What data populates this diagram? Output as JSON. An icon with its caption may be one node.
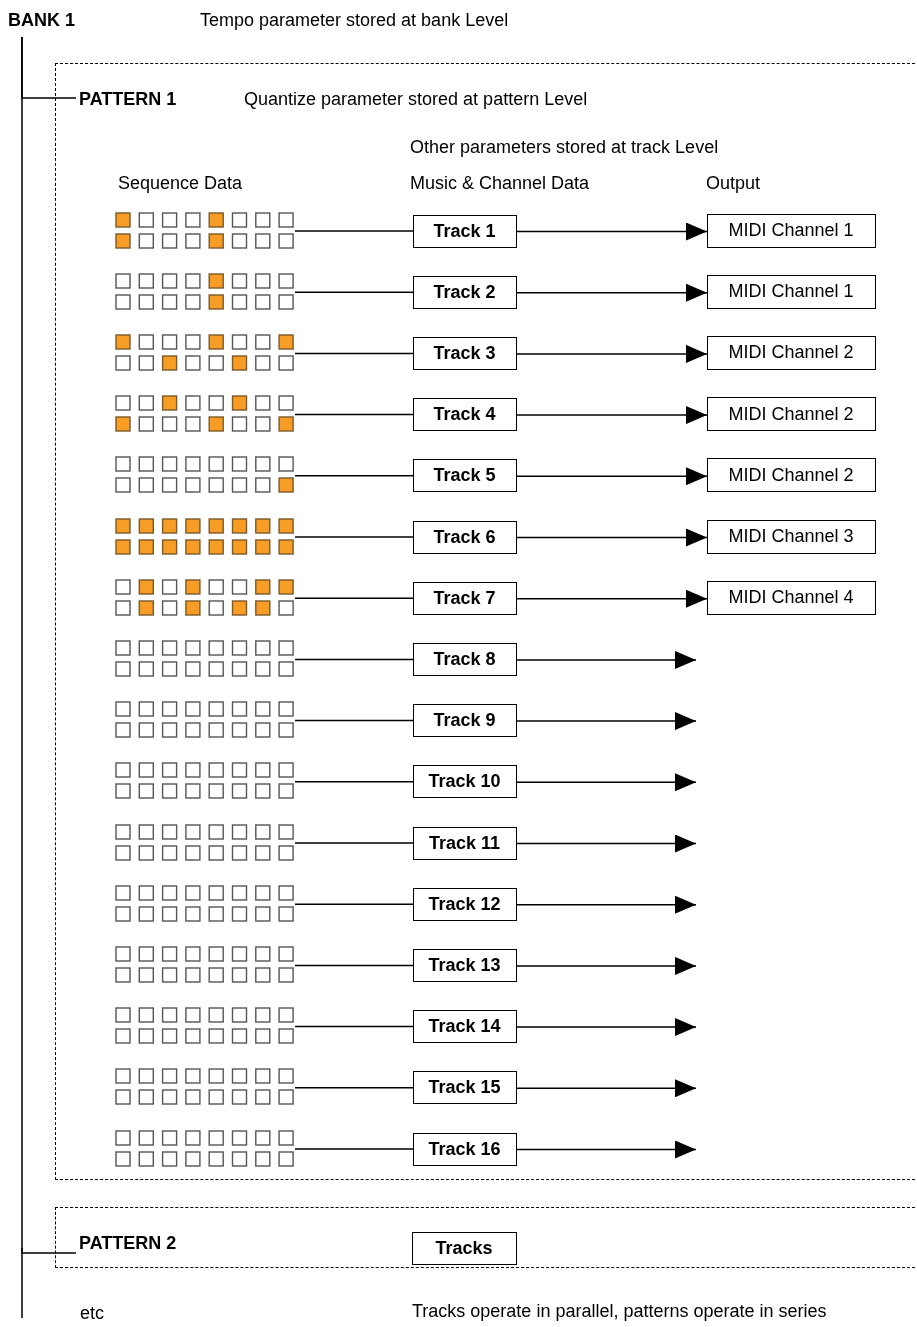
{
  "diagram": {
    "nodes": [
      {
        "text": [
          "BANK 1"
        ]
      },
      {
        "text": [
          "PATTERN 1",
          "Quantize parameter stored at pattern Level"
        ]
      },
      {
        "text": [],
        "shape": "picture",
        "in": 1
      },
      {
        "text": [
          "Track 1"
        ],
        "in": 1
      },
      {
        "text": [
          "MIDI Channel 1"
        ],
        "in": 1
      },
      {
        "text": [],
        "shape": "picture",
        "in": 1
      },
      {
        "text": [
          "Track 2"
        ],
        "in": 1
      },
      {
        "text": [
          "MIDI Channel 1"
        ],
        "in": 1
      },
      {
        "text": [],
        "shape": "picture",
        "in": 1
      },
      {
        "text": [
          "Track 3"
        ],
        "in": 1
      },
      {
        "text": [
          "MIDI Channel 2"
        ],
        "in": 1
      },
      {
        "text": [],
        "shape": "picture",
        "in": 1
      },
      {
        "text": [
          "Track 4"
        ],
        "in": 1
      },
      {
        "text": [
          "MIDI Channel 2"
        ],
        "in": 1
      },
      {
        "text": [],
        "shape": "picture",
        "in": 1
      },
      {
        "text": [
          "Track 5"
        ],
        "in": 1
      },
      {
        "text": [
          "MIDI Channel 2"
        ],
        "in": 1
      },
      {
        "text": [],
        "shape": "picture",
        "in": 1
      },
      {
        "text": [
          "Track 6"
        ],
        "in": 1
      },
      {
        "text": [
          "MIDI Channel 3"
        ],
        "in": 1
      },
      {
        "text": [],
        "shape": "picture",
        "in": 1
      },
      {
        "text": [
          "Track 7"
        ],
        "in": 1
      },
      {
        "text": [
          "MIDI Channel 4"
        ],
        "in": 1
      },
      {
        "text": [],
        "shape": "picture",
        "in": 1
      },
      {
        "text": [
          "Track 8"
        ],
        "in": 1
      },
      {
        "text": [],
        "shape": "picture",
        "in": 1
      },
      {
        "text": [
          "Track 9"
        ],
        "in": 1
      },
      {
        "text": [],
        "shape": "picture",
        "in": 1
      },
      {
        "text": [
          "Track 10"
        ],
        "in": 1
      },
      {
        "text": [],
        "shape": "picture",
        "in": 1
      },
      {
        "text": [
          "Track 11"
        ],
        "in": 1
      },
      {
        "text": [],
        "shape": "picture",
        "in": 1
      },
      {
        "text": [
          "Track 12"
        ],
        "in": 1
      },
      {
        "text": [],
        "shape": "picture",
        "in": 1
      },
      {
        "text": [
          "Track 13"
        ],
        "in": 1
      },
      {
        "text": [],
        "shape": "picture",
        "in": 1
      },
      {
        "text": [
          "Track 14"
        ],
        "in": 1
      },
      {
        "text": [],
        "shape": "picture",
        "in": 1
      },
      {
        "text": [
          "Track 15"
        ],
        "in": 1
      },
      {
        "text": [],
        "shape": "picture",
        "in": 1
      },
      {
        "text": [
          "Track 16"
        ],
        "in": 1
      },
      {
        "text": [
          "PATTERN 2"
        ]
      },
      {
        "text": [
          "Tracks"
        ],
        "in": 41
      }
    ],
    "edges": [
      {
        "from": 0,
        "to": 1,
        "arrow": "none"
      },
      {
        "from": 0,
        "to": 41,
        "arrow": "none"
      },
      {
        "from": 2,
        "to": 3,
        "arrow": "none"
      },
      {
        "from": 3,
        "to": 4,
        "arrow": "to"
      },
      {
        "from": 5,
        "to": 6,
        "arrow": "none"
      },
      {
        "from": 6,
        "to": 7,
        "arrow": "to"
      },
      {
        "from": 8,
        "to": 9,
        "arrow": "none"
      },
      {
        "from": 9,
        "to": 10,
        "arrow": "to"
      },
      {
        "from": 11,
        "to": 12,
        "arrow": "none"
      },
      {
        "from": 12,
        "to": 13,
        "arrow": "to"
      },
      {
        "from": 14,
        "to": 15,
        "arrow": "none"
      },
      {
        "from": 15,
        "to": 16,
        "arrow": "to"
      },
      {
        "from": 17,
        "to": 18,
        "arrow": "none"
      },
      {
        "from": 18,
        "to": 19,
        "arrow": "to"
      },
      {
        "from": 20,
        "to": 21,
        "arrow": "none"
      },
      {
        "from": 21,
        "to": 22,
        "arrow": "to"
      },
      {
        "from": 23,
        "to": 24,
        "arrow": "none"
      },
      {
        "from": 24,
        "to": null,
        "arrow": "to"
      },
      {
        "from": 25,
        "to": 26,
        "arrow": "none"
      },
      {
        "from": 26,
        "to": null,
        "arrow": "to"
      },
      {
        "from": 27,
        "to": 28,
        "arrow": "none"
      },
      {
        "from": 28,
        "to": null,
        "arrow": "to"
      },
      {
        "from": 29,
        "to": 30,
        "arrow": "none"
      },
      {
        "from": 30,
        "to": null,
        "arrow": "to"
      },
      {
        "from": 31,
        "to": 32,
        "arrow": "none"
      },
      {
        "from": 32,
        "to": null,
        "arrow": "to"
      },
      {
        "from": 33,
        "to": 34,
        "arrow": "none"
      },
      {
        "from": 34,
        "to": null,
        "arrow": "to"
      },
      {
        "from": 35,
        "to": 36,
        "arrow": "none"
      },
      {
        "from": 36,
        "to": null,
        "arrow": "to"
      },
      {
        "from": 37,
        "to": 38,
        "arrow": "none"
      },
      {
        "from": 38,
        "to": null,
        "arrow": "to"
      },
      {
        "from": 39,
        "to": 40,
        "arrow": "none"
      },
      {
        "from": 40,
        "to": null,
        "arrow": "to"
      }
    ],
    "labels": [
      "Tempo parameter stored at bank Level",
      "Other parameters stored at track Level",
      "Sequence Data",
      "Music & Channel Data",
      "Output",
      "etc",
      "Tracks operate in parallel, patterns operate in series"
    ]
  }
}
